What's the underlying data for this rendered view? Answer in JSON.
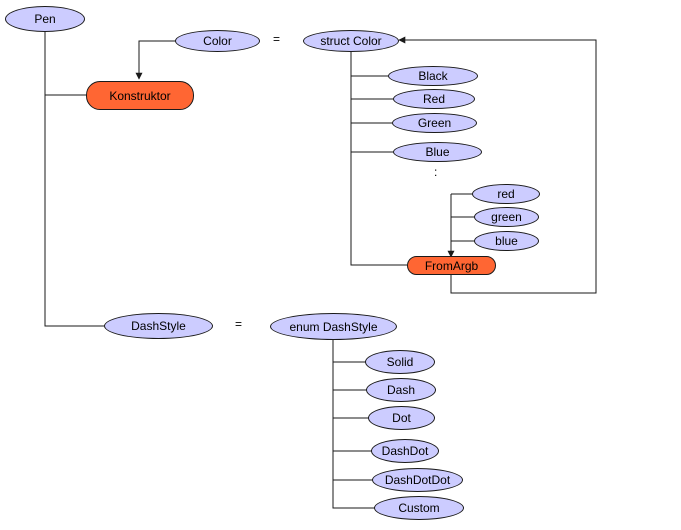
{
  "colors": {
    "class_fill": "#ccccff",
    "method_fill": "#ff6633",
    "line": "#1a1a1a"
  },
  "nodes": {
    "pen": "Pen",
    "konstruktor": "Konstruktor",
    "color": "Color",
    "struct_color": "struct Color",
    "black": "Black",
    "red": "Red",
    "green": "Green",
    "blue": "Blue",
    "arg_red": "red",
    "arg_green": "green",
    "arg_blue": "blue",
    "from_argb": "FromArgb",
    "dash_style": "DashStyle",
    "enum_dash_style": "enum DashStyle",
    "solid": "Solid",
    "dash": "Dash",
    "dot": "Dot",
    "dash_dot": "DashDot",
    "dash_dot_dot": "DashDotDot",
    "custom": "Custom"
  },
  "symbols": {
    "equals": "=",
    "ellipsis": ":"
  }
}
